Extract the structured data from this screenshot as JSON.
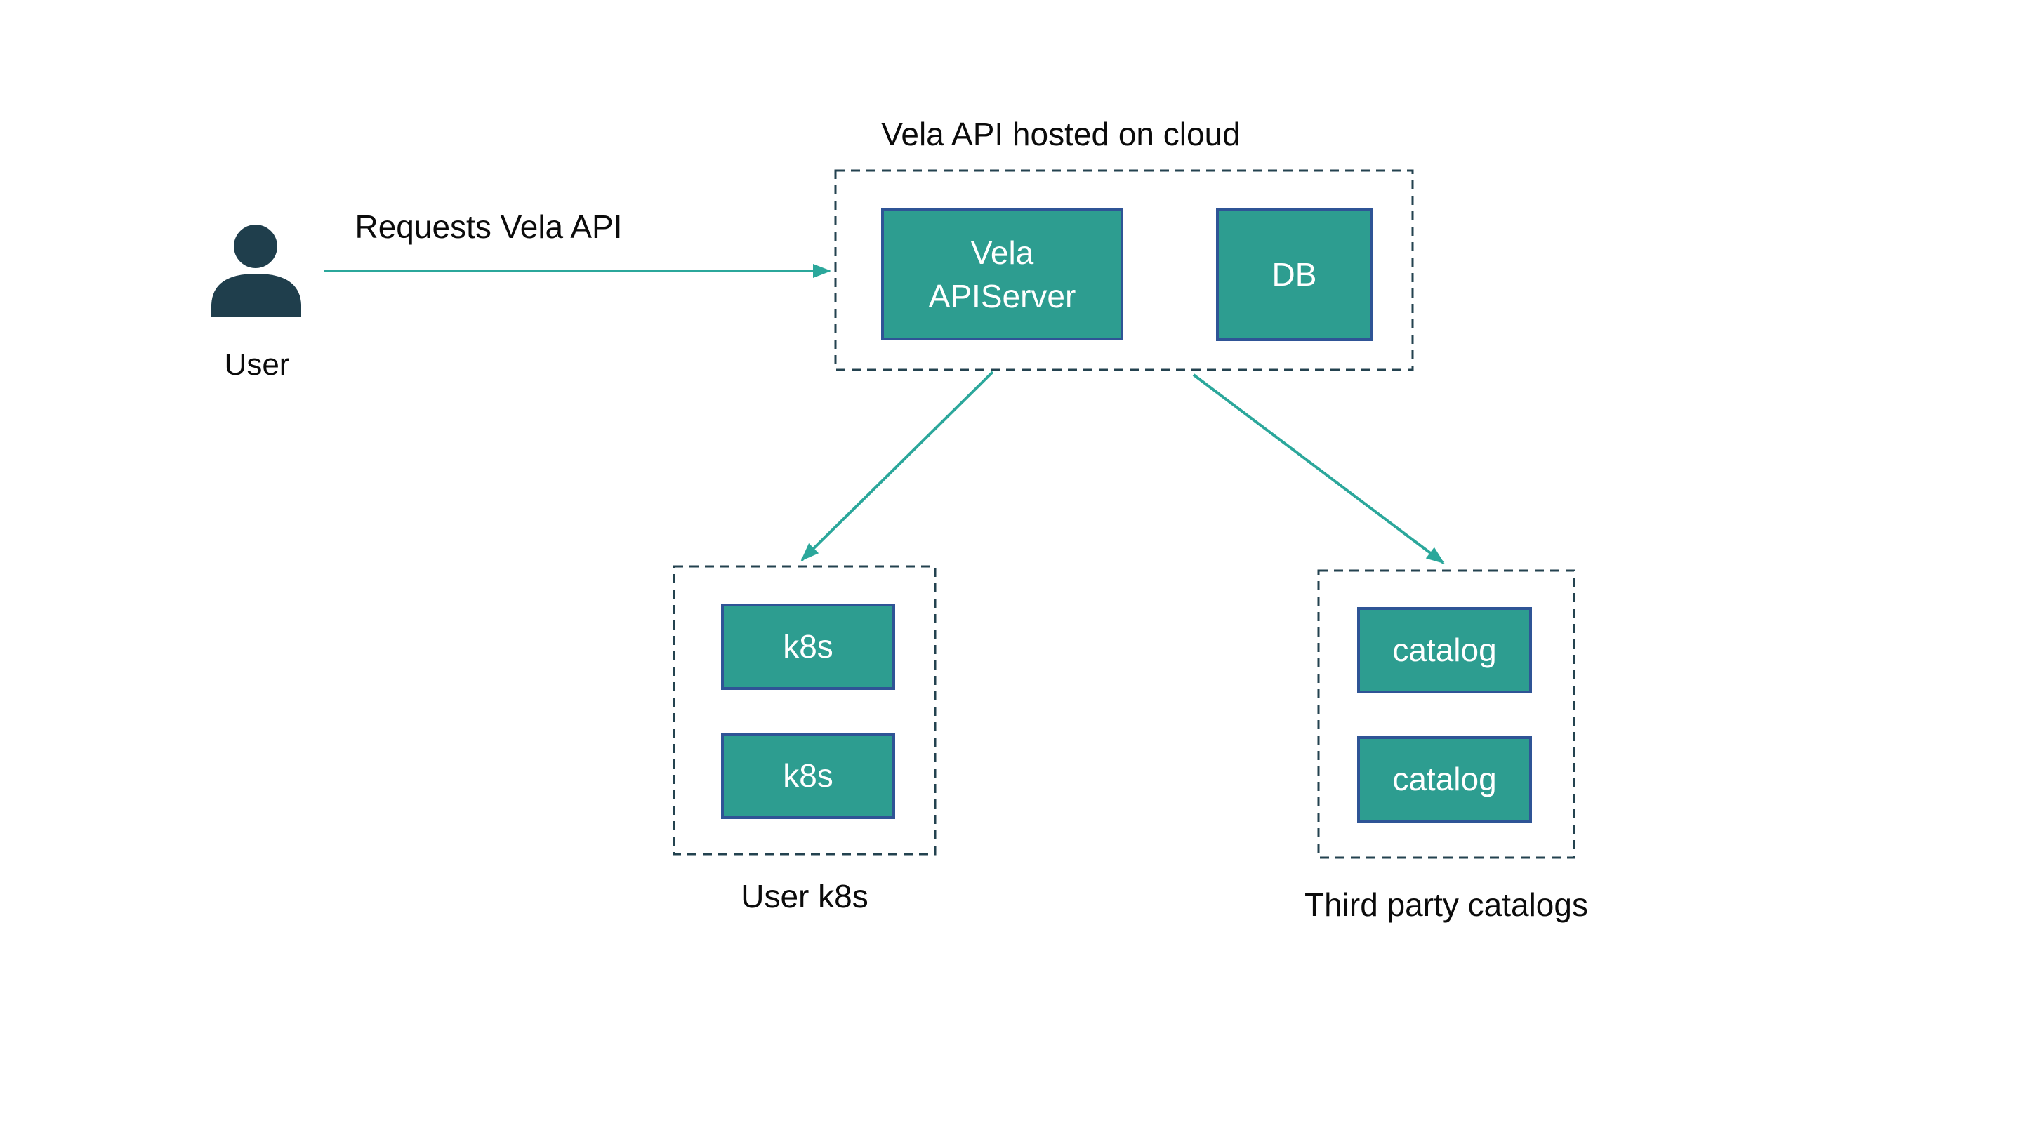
{
  "diagram": {
    "cloud_group": {
      "title": "Vela API hosted on cloud",
      "nodes": [
        {
          "label": "Vela\nAPIServer"
        },
        {
          "label": "DB"
        }
      ]
    },
    "user": {
      "label": "User",
      "icon": "person-icon"
    },
    "edges": {
      "user_to_api": {
        "label": "Requests Vela API"
      },
      "api_to_k8s": {
        "label": ""
      },
      "api_to_catalogs": {
        "label": ""
      }
    },
    "k8s_group": {
      "caption": "User k8s",
      "nodes": [
        {
          "label": "k8s"
        },
        {
          "label": "k8s"
        }
      ]
    },
    "catalog_group": {
      "caption": "Third party catalogs",
      "nodes": [
        {
          "label": "catalog"
        },
        {
          "label": "catalog"
        }
      ]
    },
    "colors": {
      "node_fill": "#2D9D90",
      "node_border": "#2F5496",
      "dashed_border": "#23424F",
      "arrow": "#2BA79B",
      "user_icon": "#1F3E4C",
      "text": "#0B0B0B",
      "node_text": "#FFFFFF",
      "background": "#FFFFFF"
    }
  }
}
